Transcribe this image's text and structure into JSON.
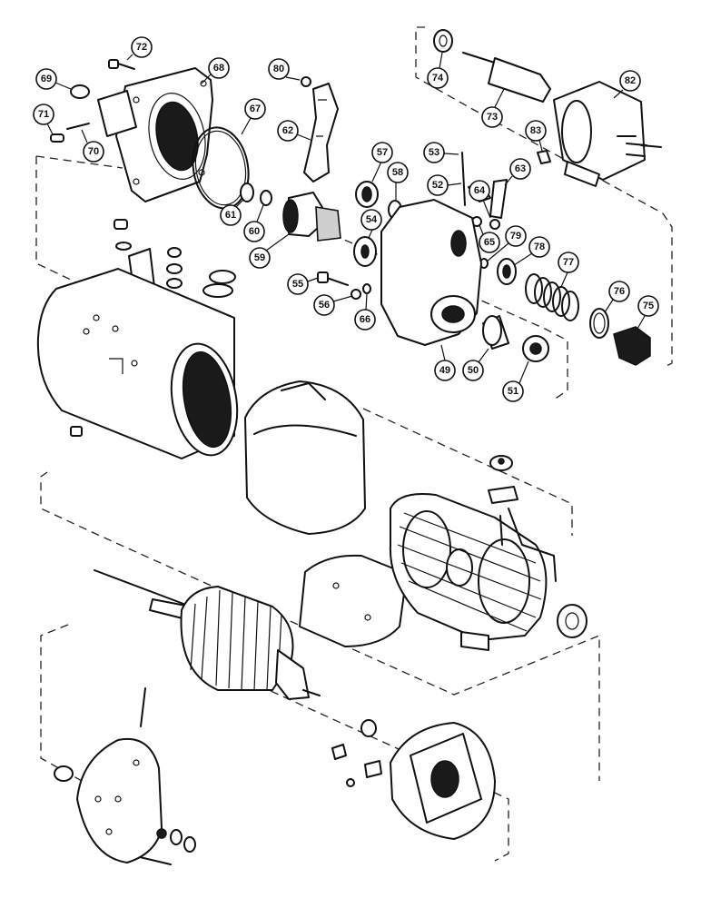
{
  "callouts": [
    {
      "id": "72",
      "label": "72"
    },
    {
      "id": "68",
      "label": "68"
    },
    {
      "id": "69",
      "label": "69"
    },
    {
      "id": "80",
      "label": "80"
    },
    {
      "id": "74",
      "label": "74"
    },
    {
      "id": "82",
      "label": "82"
    },
    {
      "id": "71",
      "label": "71"
    },
    {
      "id": "67",
      "label": "67"
    },
    {
      "id": "70",
      "label": "70"
    },
    {
      "id": "62",
      "label": "62"
    },
    {
      "id": "73",
      "label": "73"
    },
    {
      "id": "83",
      "label": "83"
    },
    {
      "id": "57",
      "label": "57"
    },
    {
      "id": "53",
      "label": "53"
    },
    {
      "id": "58",
      "label": "58"
    },
    {
      "id": "63",
      "label": "63"
    },
    {
      "id": "52",
      "label": "52"
    },
    {
      "id": "64",
      "label": "64"
    },
    {
      "id": "61",
      "label": "61"
    },
    {
      "id": "60",
      "label": "60"
    },
    {
      "id": "54",
      "label": "54"
    },
    {
      "id": "65",
      "label": "65"
    },
    {
      "id": "79",
      "label": "79"
    },
    {
      "id": "78",
      "label": "78"
    },
    {
      "id": "59",
      "label": "59"
    },
    {
      "id": "77",
      "label": "77"
    },
    {
      "id": "55",
      "label": "55"
    },
    {
      "id": "56",
      "label": "56"
    },
    {
      "id": "66",
      "label": "66"
    },
    {
      "id": "76",
      "label": "76"
    },
    {
      "id": "75",
      "label": "75"
    },
    {
      "id": "49",
      "label": "49"
    },
    {
      "id": "50",
      "label": "50"
    },
    {
      "id": "51",
      "label": "51"
    }
  ]
}
